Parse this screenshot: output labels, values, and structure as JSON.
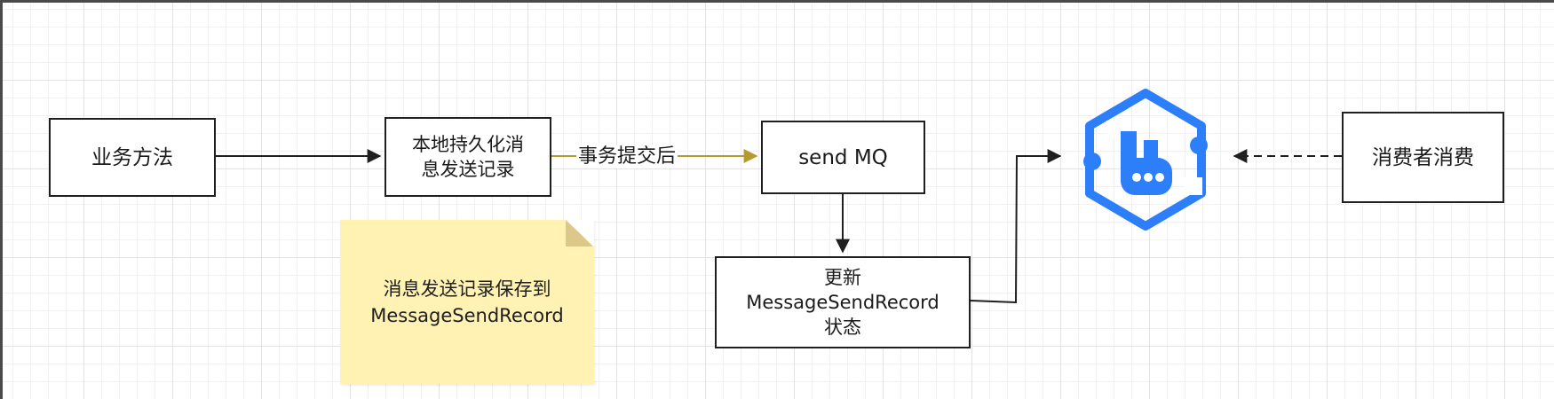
{
  "nodes": {
    "business_method": "业务方法",
    "persist_record": [
      "本地持久化消",
      "息发送记录"
    ],
    "send_mq": "send MQ",
    "update_record": [
      "更新",
      "MessageSendRecord",
      "状态"
    ],
    "consumer": "消费者消费"
  },
  "note": [
    "消息发送记录保存到",
    "MessageSendRecord"
  ],
  "edges": {
    "after_commit_label": "事务提交后"
  },
  "colors": {
    "stroke": "#1f1f1f",
    "commit_edge": "#b59b2e",
    "note_fill": "#fff2b3",
    "mq_icon": "#2d7ff9"
  },
  "icons": {
    "mq": "rabbitmq-style-message-queue-icon"
  }
}
